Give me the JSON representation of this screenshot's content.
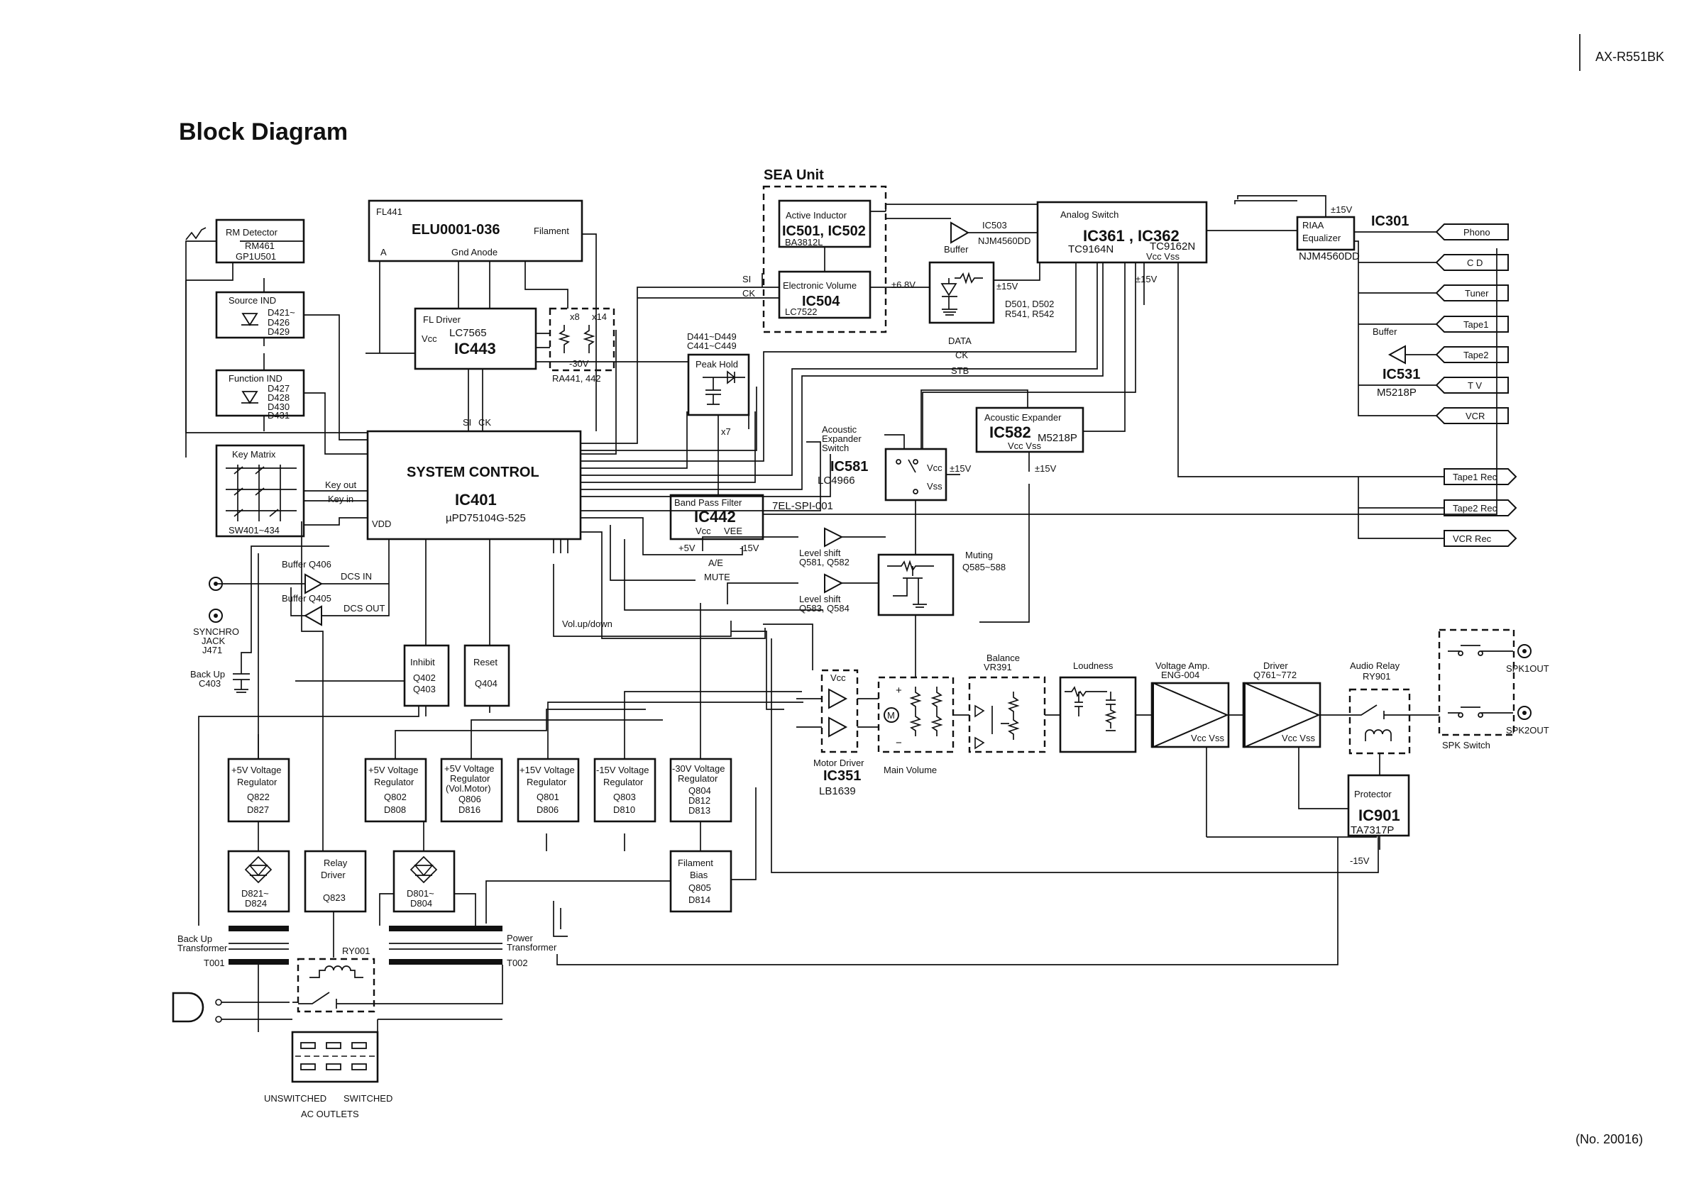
{
  "header": {
    "model": "AX-R551BK",
    "title": "Block Diagram",
    "page_number": "(No. 20016)"
  },
  "fl": {
    "label": "FL441",
    "part": "ELU0001-036",
    "filament": "Filament",
    "a": "A",
    "gnd_anode": "Gnd Anode"
  },
  "rm": {
    "title": "RM Detector",
    "part": "RM461",
    "sub": "GP1U501"
  },
  "src": {
    "title": "Source IND",
    "l1": "D421~",
    "l2": "D426",
    "l3": "D429"
  },
  "fn": {
    "title": "Function IND",
    "l1": "D427",
    "l2": "D428",
    "l3": "D430",
    "l4": "D431"
  },
  "km": {
    "title": "Key Matrix",
    "sw": "SW401~434",
    "key_out": "Key out",
    "key_in": "Key in"
  },
  "fld": {
    "title": "FL Driver",
    "part": "LC7565",
    "vcc": "Vcc",
    "ic": "IC443",
    "si": "SI",
    "ck": "CK"
  },
  "ra": {
    "x8": "x8",
    "x14": "x14",
    "v": "-30V",
    "part": "RA441, 442"
  },
  "sys": {
    "title": "SYSTEM CONTROL",
    "ic": "IC401",
    "part": "µPD75104G-525",
    "vdd": "VDD"
  },
  "sea": {
    "title": "SEA Unit",
    "ai_title": "Active Inductor",
    "ai_ic": "IC501, IC502",
    "ai_part": "BA3812L",
    "ev_title": "Electronic Volume",
    "ev_ic": "IC504",
    "ev_part": "LC7522",
    "si": "SI",
    "ck": "CK"
  },
  "buf503": {
    "label": "IC503",
    "part": "NJM4560DD",
    "title": "Buffer"
  },
  "zener": {
    "v68": "±6.8V",
    "v15": "±15V",
    "parts1": "D501, D502",
    "parts2": "R541, R542"
  },
  "asw": {
    "title": "Analog Switch",
    "ic": "IC361 , IC362",
    "p1": "TC9164N",
    "p2": "TC9162N",
    "vcc": "Vcc Vss",
    "v15": "±15V"
  },
  "riaa": {
    "title": "RIAA",
    "title2": "Equalizer",
    "ic": "IC301",
    "part": "NJM4560DD",
    "v15": "±15V"
  },
  "inputs": [
    "Phono",
    "C D",
    "Tuner",
    "Tape1",
    "Tape2",
    "T V",
    "VCR"
  ],
  "buf531": {
    "title": "Buffer",
    "ic": "IC531",
    "part": "M5218P"
  },
  "outs": [
    "Tape1 Rec",
    "Tape2 Rec",
    "VCR Rec"
  ],
  "bus": {
    "data": "DATA",
    "ck": "CK",
    "stb": "STB"
  },
  "ph": {
    "parts1": "D441~D449",
    "parts2": "C441~C449",
    "title": "Peak Hold",
    "x7": "x7"
  },
  "bpf": {
    "title": "Band Pass Filter",
    "ic": "IC442",
    "vcc": "Vcc",
    "vee": "VEE",
    "part": "7EL-SPI-001",
    "p5": "+5V",
    "m15": "-15V"
  },
  "ae": {
    "title1": "Acoustic",
    "title2": "Expander",
    "title3": "Switch",
    "ic": "IC581",
    "part": "LC4966",
    "vcc": "Vcc",
    "vss": "Vss",
    "v15": "±15V"
  },
  "aex": {
    "title": "Acoustic Expander",
    "ic": "IC582",
    "part": "M5218P",
    "vcc": "Vcc Vss",
    "v15": "±15V"
  },
  "ls1": {
    "title": "Level shift",
    "parts": "Q581, Q582"
  },
  "ls2": {
    "title": "Level shift",
    "parts": "Q583, Q584"
  },
  "sig": {
    "ae": "A/E",
    "mute": "MUTE",
    "vol": "Vol.up/down",
    "dcs_in": "DCS IN",
    "dcs_out": "DCS OUT"
  },
  "mut": {
    "title": "Muting",
    "parts": "Q585~588"
  },
  "buf": {
    "b406": "Buffer Q406",
    "b405": "Buffer Q405"
  },
  "sync": {
    "l1": "SYNCHRO",
    "l2": "JACK",
    "l3": "J471"
  },
  "backup": {
    "l1": "Back Up",
    "l2": "C403"
  },
  "inh": {
    "title": "Inhibit",
    "p1": "Q402",
    "p2": "Q403"
  },
  "rst": {
    "title": "Reset",
    "p1": "Q404"
  },
  "md": {
    "vcc": "Vcc",
    "title": "Motor Driver",
    "ic": "IC351",
    "part": "LB1639"
  },
  "mv": {
    "title": "Main Volume",
    "plus": "+",
    "minus": "−",
    "m": "M"
  },
  "bal": {
    "title": "Balance",
    "part": "VR391"
  },
  "loud": {
    "title": "Loudness"
  },
  "vamp": {
    "title": "Voltage Amp.",
    "part": "ENG-004",
    "vcc": "Vcc Vss"
  },
  "drv": {
    "title": "Driver",
    "part": "Q761~772",
    "vcc": "Vcc Vss"
  },
  "relay": {
    "title": "Audio Relay",
    "part": "RY901"
  },
  "spk": {
    "title": "SPK Switch",
    "o1": "SPK1OUT",
    "o2": "SPK2OUT"
  },
  "prot": {
    "title": "Protector",
    "ic": "IC901",
    "part": "TA7317P",
    "m15": "-15V"
  },
  "regs": [
    {
      "t1": "+5V Voltage",
      "t2": "Regulator",
      "p1": "Q822",
      "p2": "D827",
      "p3": ""
    },
    {
      "t1": "+5V Voltage",
      "t2": "Regulator",
      "p1": "Q802",
      "p2": "D808",
      "p3": ""
    },
    {
      "t1": "+5V Voltage",
      "t2": "Regulator",
      "t3": "(Vol.Motor)",
      "p1": "Q806",
      "p2": "D816"
    },
    {
      "t1": "+15V Voltage",
      "t2": "Regulator",
      "p1": "Q801",
      "p2": "D806",
      "p3": ""
    },
    {
      "t1": "-15V Voltage",
      "t2": "Regulator",
      "p1": "Q803",
      "p2": "D810",
      "p3": ""
    },
    {
      "t1": "-30V Voltage",
      "t2": "Regulator",
      "p1": "Q804",
      "p2": "D812",
      "p3": "D813"
    }
  ],
  "rect1": {
    "p1": "D821~",
    "p2": "D824"
  },
  "rect2": {
    "p1": "D801~",
    "p2": "D804"
  },
  "rdrv": {
    "t1": "Relay",
    "t2": "Driver",
    "p1": "Q823"
  },
  "fil": {
    "t1": "Filament",
    "t2": "Bias",
    "p1": "Q805",
    "p2": "D814"
  },
  "tr": {
    "bu1": "Back Up",
    "bu2": "Transformer",
    "t001": "T001",
    "pw1": "Power",
    "pw2": "Transformer",
    "t002": "T002",
    "ry": "RY001"
  },
  "ac": {
    "unsw": "UNSWITCHED",
    "sw": "SWITCHED",
    "title": "AC OUTLETS"
  }
}
